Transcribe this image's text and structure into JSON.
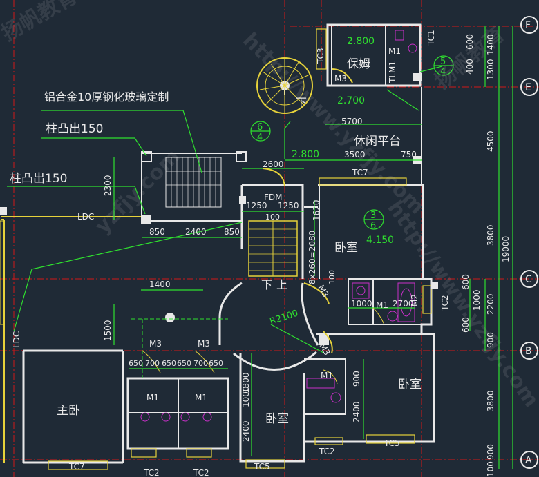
{
  "annotations": {
    "glass_note": "铝合金10厚钢化玻璃定制",
    "column1": "柱凸出150",
    "column2": "柱凸出150"
  },
  "rooms": {
    "nanny": "保姆",
    "leisure": "休闲平台",
    "bedroom_ne": "卧室",
    "bedroom_e": "卧室",
    "bedroom_s": "卧室",
    "master": "主卧"
  },
  "stair": {
    "down1": "下",
    "down2": "下",
    "up": "上",
    "spec": "8x260=2080"
  },
  "elevations": {
    "nanny": "2.800",
    "leisure": "2.700",
    "landing": "2.800",
    "bedroom": "4.150"
  },
  "dims": {
    "d5700": "5700",
    "d3500": "3500",
    "d750": "750",
    "d2600": "2600",
    "d1250a": "1250",
    "d1250b": "1250",
    "d100": "100",
    "d1620": "1620",
    "d100b": "100",
    "d850a": "850",
    "d2400": "2400",
    "d850b": "850",
    "d2300": "2300",
    "d1400": "1400",
    "d1500": "1500",
    "d1000": "1000",
    "d2700": "2700",
    "r2100": "R2100",
    "d650a": "650",
    "d700a": "700",
    "d650b": "650",
    "d650c": "650",
    "d700b": "700",
    "d650d": "650",
    "d1300": "1300",
    "d1000b": "1000",
    "d2400b": "2400",
    "d900": "900",
    "d2400c": "2400",
    "r600": "600",
    "r1400": "1400",
    "r400": "400",
    "r1300": "1300",
    "r4500": "4500",
    "r3800": "3800",
    "r19000": "19000",
    "r600b": "600",
    "r1000": "1000",
    "r600c": "600",
    "r2200": "2200",
    "r900": "900",
    "r3800b": "3800",
    "r900b": "900",
    "r100": "100"
  },
  "tags": {
    "tc1": "TC1",
    "tc3": "TC3",
    "tlm1": "TLM1",
    "m1a": "M1",
    "m3a": "M3",
    "tc7a": "TC7",
    "fdm": "FDM",
    "ldc1": "LDC",
    "ldc2": "LDC",
    "m3b": "M3",
    "m3c": "M3",
    "m3d": "M3",
    "m1b": "M1",
    "m2": "M2",
    "tc2a": "TC2",
    "m3e": "M3",
    "m1c": "M1",
    "m1d": "M1",
    "m1e": "M1",
    "tc7b": "TC7",
    "tc2b": "TC2",
    "tc2c": "TC2",
    "tc5a": "TC5",
    "tc2d": "TC2",
    "tc5b": "TC5"
  },
  "sections": {
    "s1_top": "6",
    "s1_bot": "4",
    "s2_top": "5",
    "s2_bot": "4",
    "s3_top": "3",
    "s3_bot": "6"
  },
  "axes": {
    "F": "F",
    "E": "E",
    "C": "C",
    "B": "B",
    "A": "A"
  },
  "watermarks": [
    "http://www.yzfjy.com",
    "yzfjy.com",
    "扬帆教育",
    "http://www.yzfjy.com",
    "扬帆教育"
  ]
}
